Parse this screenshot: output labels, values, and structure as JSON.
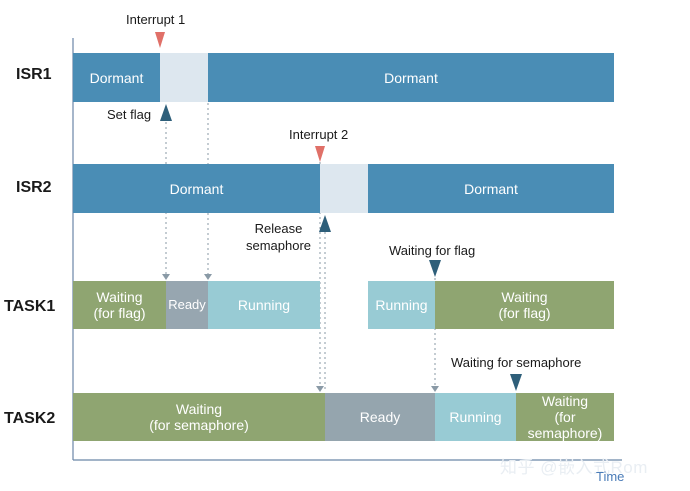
{
  "rows": {
    "isr1": "ISR1",
    "isr2": "ISR2",
    "task1": "TASK1",
    "task2": "TASK2"
  },
  "isr1": {
    "dormant_left": "Dormant",
    "dormant_right": "Dormant"
  },
  "isr2": {
    "dormant_left": "Dormant",
    "dormant_right": "Dormant"
  },
  "task1": {
    "waiting1": "Waiting\n(for flag)",
    "ready": "Ready",
    "running1": "Running",
    "running2": "Running",
    "waiting2": "Waiting\n(for flag)"
  },
  "task2": {
    "waiting1": "Waiting\n(for semaphore)",
    "ready": "Ready",
    "running": "Running",
    "waiting2": "Waiting\n(for semaphore)"
  },
  "annotations": {
    "interrupt1": "Interrupt 1",
    "set_flag": "Set flag",
    "interrupt2": "Interrupt 2",
    "release_semaphore": "Release\nsemaphore",
    "waiting_for_flag": "Waiting for flag",
    "waiting_for_semaphore": "Waiting for semaphore"
  },
  "axis": {
    "time_label": "Time"
  },
  "watermark": "知乎 @嵌入式Rom",
  "colors": {
    "dormant": "#4a8db5",
    "isr_active": "#dde7ef",
    "waiting": "#8fa571",
    "ready": "#97a6b0",
    "running": "#98cbd4",
    "interrupt_marker": "#e07068",
    "event_marker": "#2e5f7a",
    "dotted_line": "#8a9aa6"
  }
}
